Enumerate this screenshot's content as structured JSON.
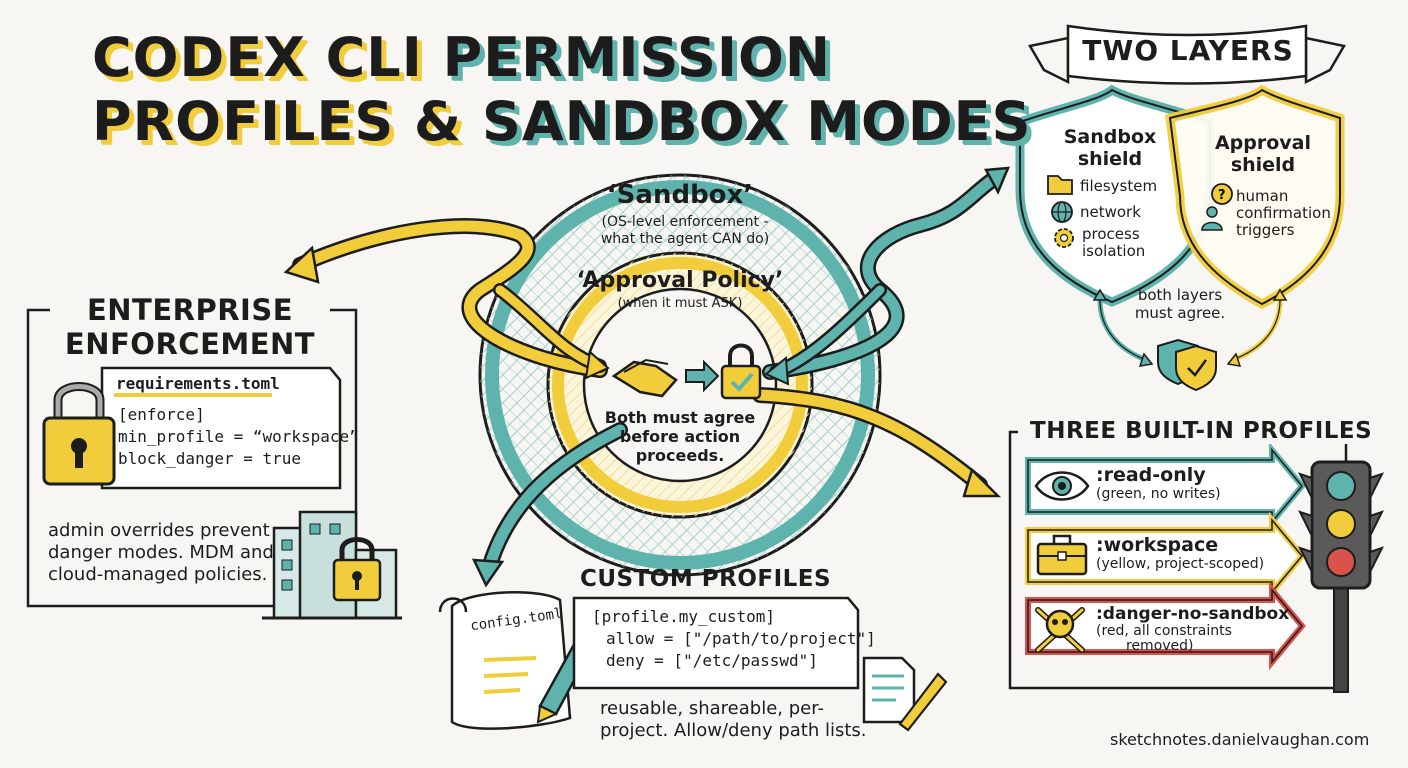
{
  "title": {
    "line1_a": "CODEX CLI",
    "line1_b": "PERMISSION",
    "line2_a": "PROFILES &",
    "line2_b": "SANDBOX MODES"
  },
  "rings": {
    "sandbox_label": "‘Sandbox’",
    "sandbox_desc": "(OS-level enforcement - what the agent CAN do)",
    "approval_label": "‘Approval Policy’",
    "approval_desc": "(when it must ASK)",
    "center_text": [
      "Both must agree",
      "before action",
      "proceeds."
    ]
  },
  "enterprise": {
    "title_line1": "ENTERPRISE",
    "title_line2": "ENFORCEMENT",
    "file_name": "requirements.toml",
    "code_lines": [
      "[enforce]",
      "min_profile = “workspace”",
      "block_danger = true"
    ],
    "note_lines": [
      "admin overrides prevent",
      "danger modes. MDM and",
      "cloud-managed policies."
    ]
  },
  "two_layers": {
    "banner": "TWO LAYERS",
    "sandbox_shield": {
      "title_lines": [
        "Sandbox",
        "shield"
      ],
      "items": [
        "filesystem",
        "network",
        "process",
        "isolation"
      ]
    },
    "approval_shield": {
      "title_lines": [
        "Approval",
        "shield"
      ],
      "items": [
        "human",
        "confirmation",
        "triggers"
      ]
    },
    "agree_lines": [
      "both layers",
      "must agree."
    ]
  },
  "profiles": {
    "title": "THREE BUILT-IN PROFILES",
    "items": [
      {
        "name": ":read-only",
        "desc": "(green, no writes)",
        "color": "#5fb3ad"
      },
      {
        "name": ":workspace",
        "desc": "(yellow, project-scoped)",
        "color": "#f2cd3b"
      },
      {
        "name": ":danger-no-sandbox",
        "desc": "(red, all constraints",
        "desc2": "removed)",
        "color": "#d9524b"
      }
    ]
  },
  "custom": {
    "title": "CUSTOM PROFILES",
    "scroll_label": "config.toml",
    "code_lines": [
      "[profile.my_custom]",
      "allow = [\"/path/to/project\"]",
      "deny = [\"/etc/passwd\"]"
    ],
    "note_lines": [
      "reusable, shareable, per-",
      "project. Allow/deny path lists."
    ]
  },
  "footer": "sketchnotes.danielvaughan.com",
  "colors": {
    "teal": "#5fb3ad",
    "yellow": "#f2cd3b",
    "red": "#d9524b",
    "ink": "#1d1d1d",
    "bg": "#f7f6f2"
  }
}
